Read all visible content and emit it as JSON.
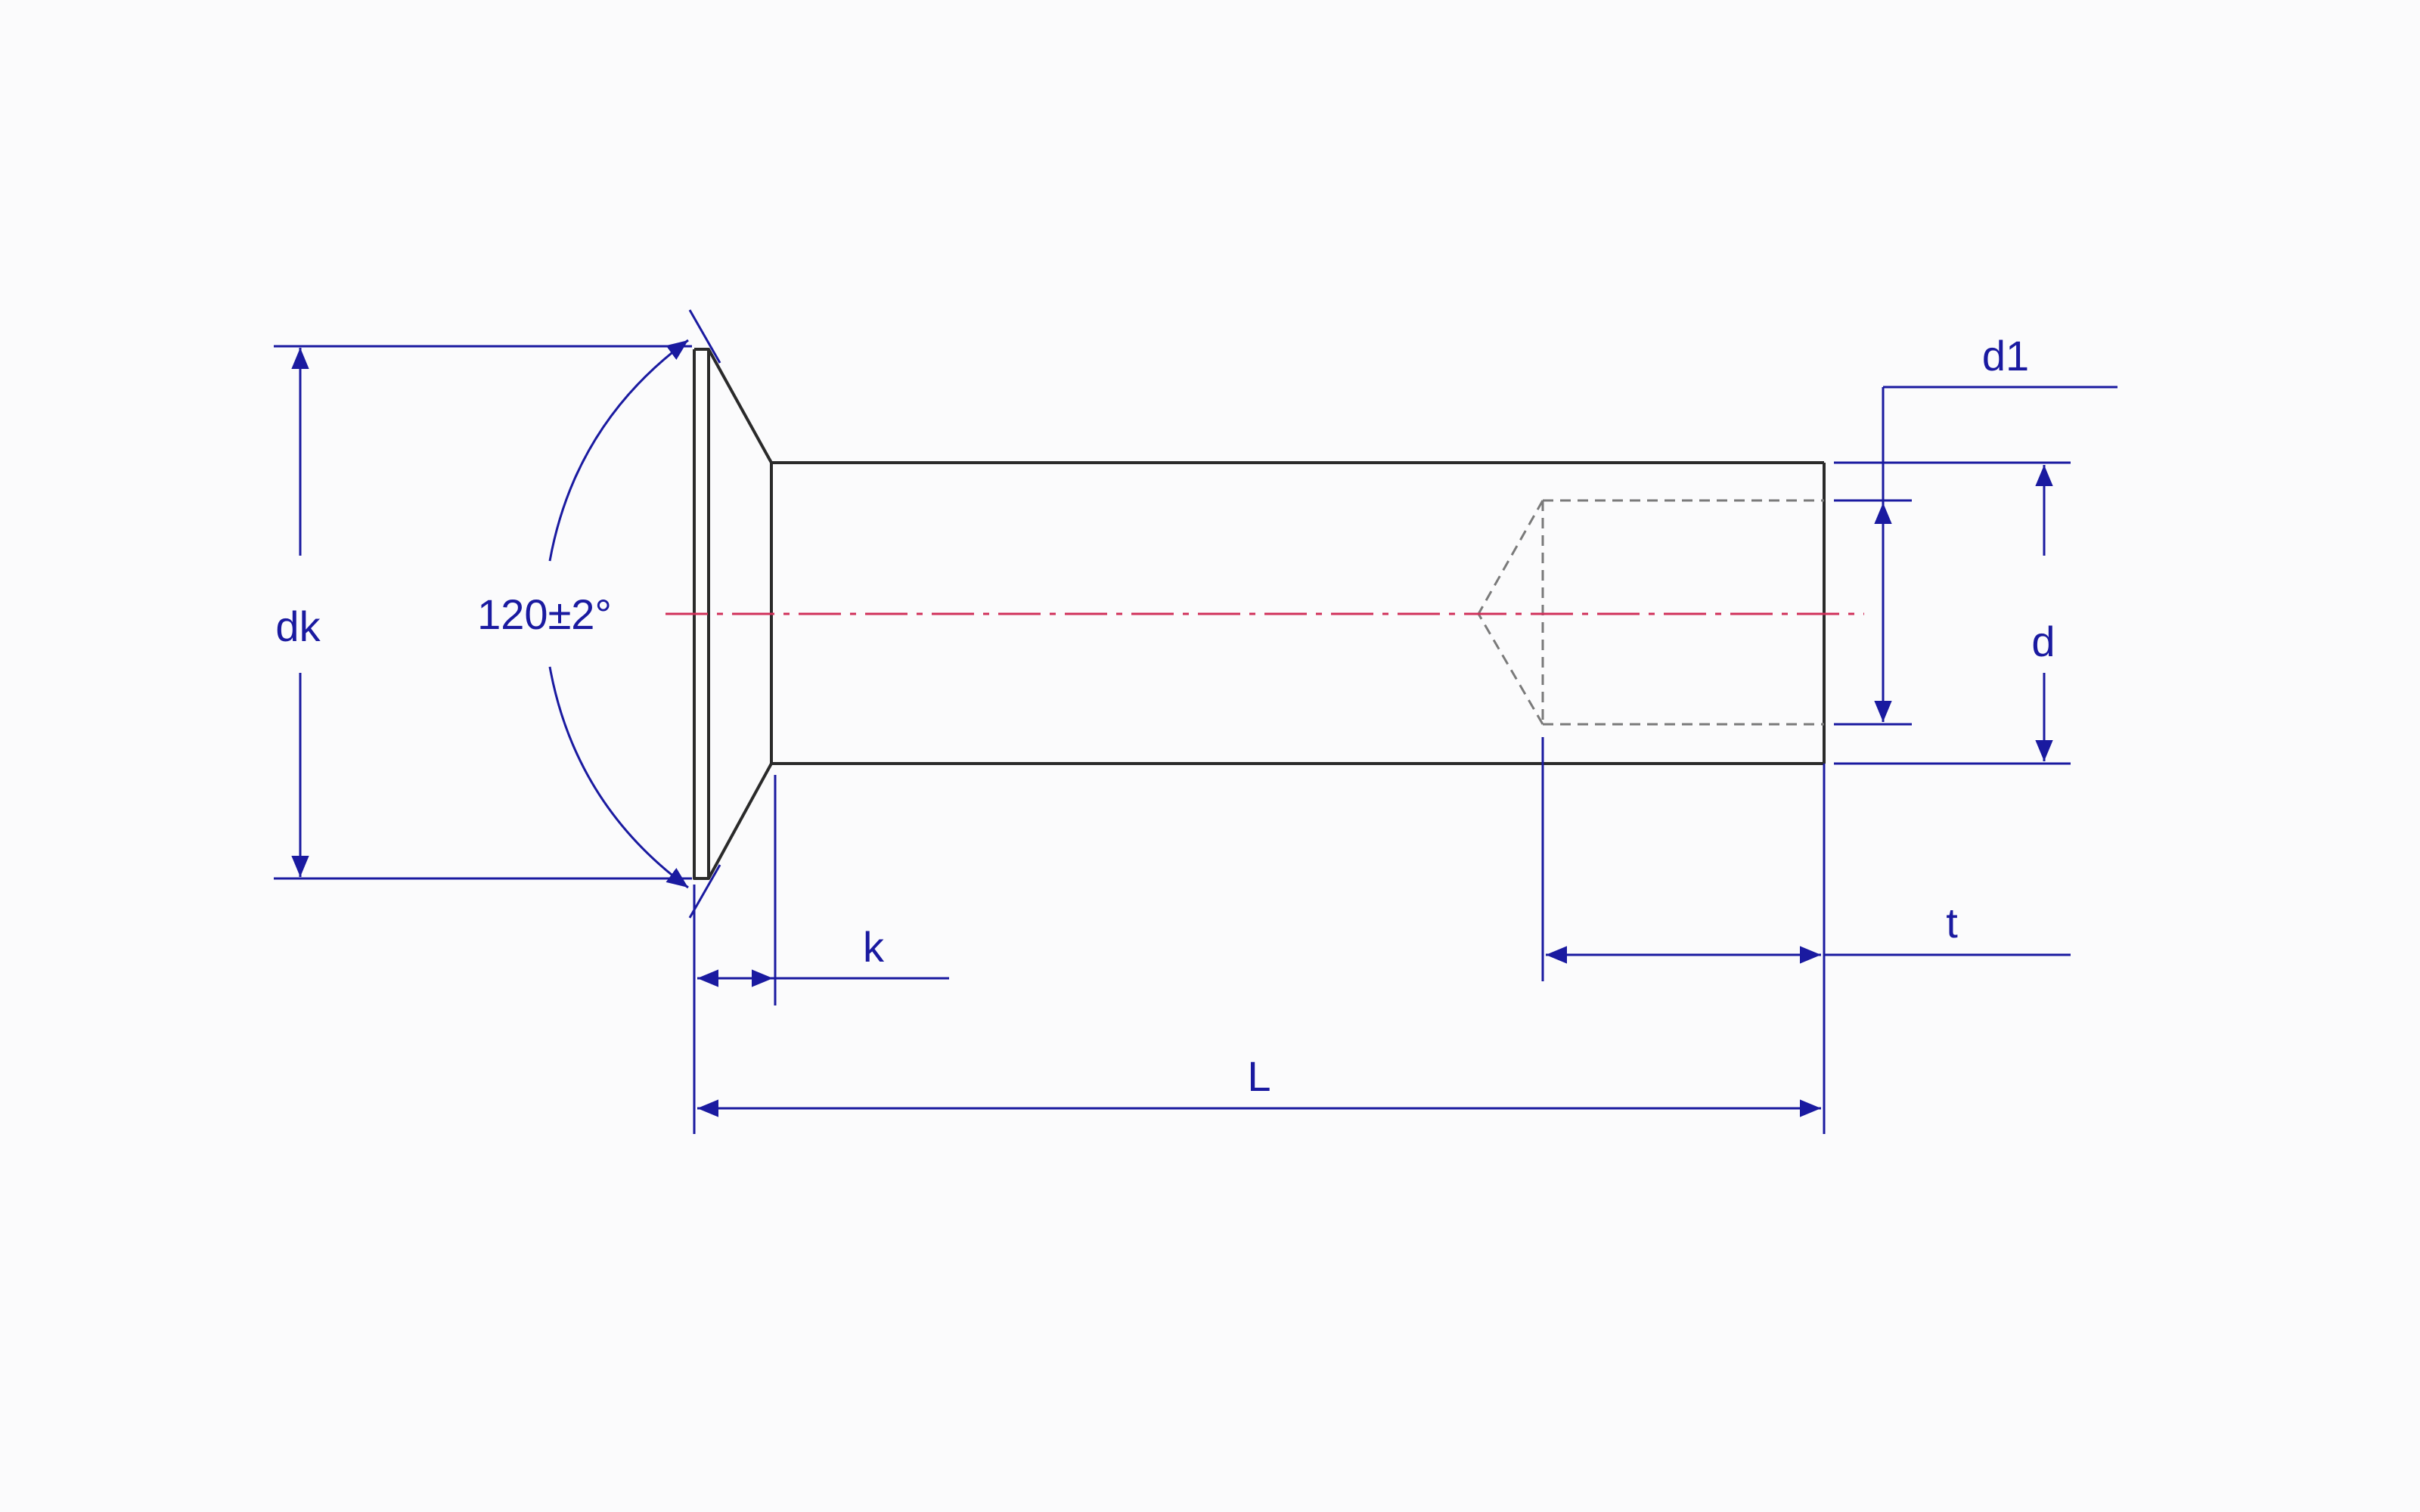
{
  "labels": {
    "dk": "dk",
    "angle": "120±2°",
    "k": "k",
    "L": "L",
    "t": "t",
    "d": "d",
    "d1": "d1"
  },
  "colors": {
    "dimension": "#1a1aa0",
    "outline": "#2a2a2a",
    "hidden": "#7a7a7a",
    "centerline": "#d0305a",
    "background": "#fbfbfc"
  }
}
